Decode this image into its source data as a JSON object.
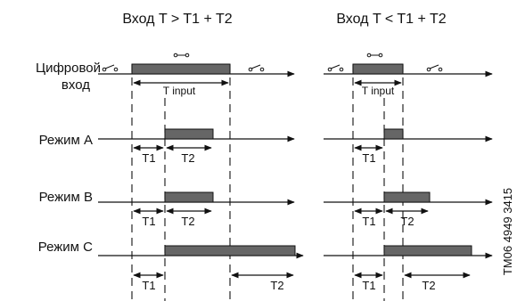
{
  "headers": {
    "left": "Вход T > T1 + T2",
    "right": "Вход T < T1 + T2"
  },
  "rows": {
    "digital_input_line1": "Цифровой",
    "digital_input_line2": "вход",
    "mode_a": "Режим A",
    "mode_b": "Режим B",
    "mode_c": "Режим C"
  },
  "labels": {
    "t_input": "T input",
    "t1": "T1",
    "t2": "T2"
  },
  "side_code": "TM06 4949 3415",
  "colors": {
    "bar_fill": "#666666",
    "line": "#111111"
  }
}
